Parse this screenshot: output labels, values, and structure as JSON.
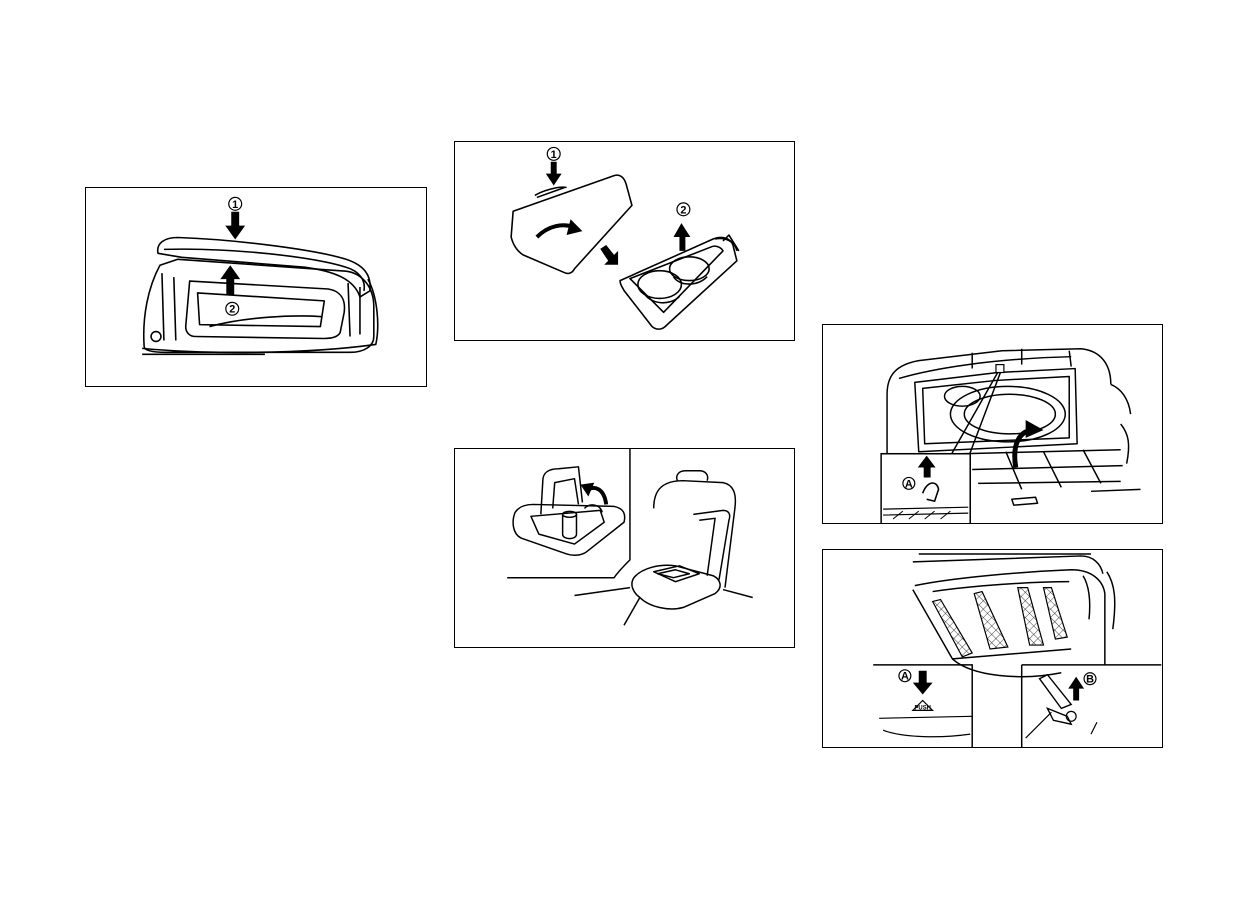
{
  "page": {
    "background": "#ffffff",
    "line_color": "#000000"
  },
  "figures": [
    {
      "id": "console-box-open",
      "icons": [
        "step-1-arrow-down-icon",
        "step-2-arrow-up-icon"
      ],
      "callouts": [
        "1",
        "2"
      ]
    },
    {
      "id": "front-cup-holder-lid",
      "icons": [
        "step-1-arrow-down-icon",
        "rotate-arrow-icon",
        "step-2-arrow-up-icon"
      ],
      "callouts": [
        "1",
        "2"
      ]
    },
    {
      "id": "rear-armrest-cup-holder",
      "icons": [
        "lift-arrow-icon"
      ],
      "callouts": []
    },
    {
      "id": "cargo-floor-board",
      "icons": [
        "pull-up-arrow-icon",
        "lift-arrow-icon"
      ],
      "callouts": [
        "A"
      ]
    },
    {
      "id": "cargo-partition-net",
      "icons": [
        "push-arrow-down-icon",
        "pull-up-arrow-icon"
      ],
      "callouts": [
        "A",
        "B"
      ],
      "push_label": "PUSH"
    }
  ]
}
